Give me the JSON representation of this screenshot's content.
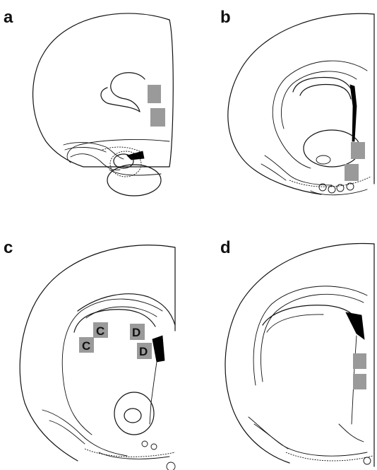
{
  "panels": [
    {
      "label": "a"
    },
    {
      "label": "b"
    },
    {
      "label": "c",
      "roi_labels": [
        "C",
        "C",
        "D",
        "D"
      ]
    },
    {
      "label": "d"
    }
  ],
  "colors": {
    "roi_fill": "#9a9a9a",
    "line": "#111111",
    "ventricle": "#000000"
  }
}
